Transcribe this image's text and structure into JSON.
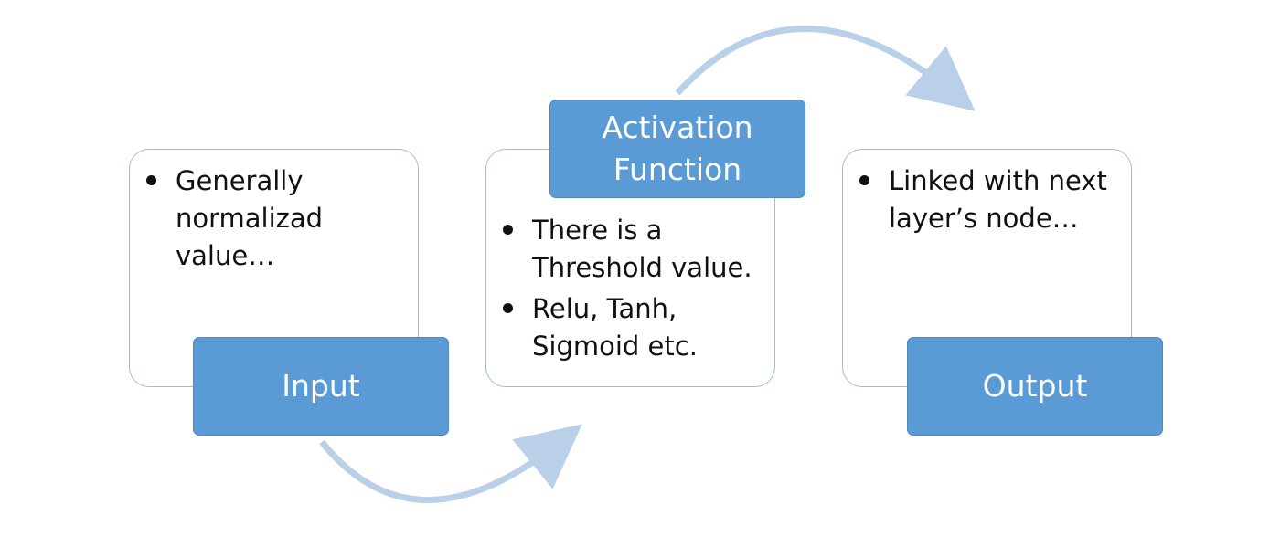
{
  "colors": {
    "title_fill": "#5b9bd5",
    "panel_border": "#9fbedf",
    "arrow": "#b9d0e8"
  },
  "steps": [
    {
      "title": "Input",
      "bullets": [
        "Generally normalizad value…"
      ]
    },
    {
      "title": "Activation Function",
      "bullets": [
        "There is a Threshold value.",
        "Relu, Tanh, Sigmoid etc."
      ]
    },
    {
      "title": "Output",
      "bullets": [
        "Linked with next layer’s node…"
      ]
    }
  ]
}
